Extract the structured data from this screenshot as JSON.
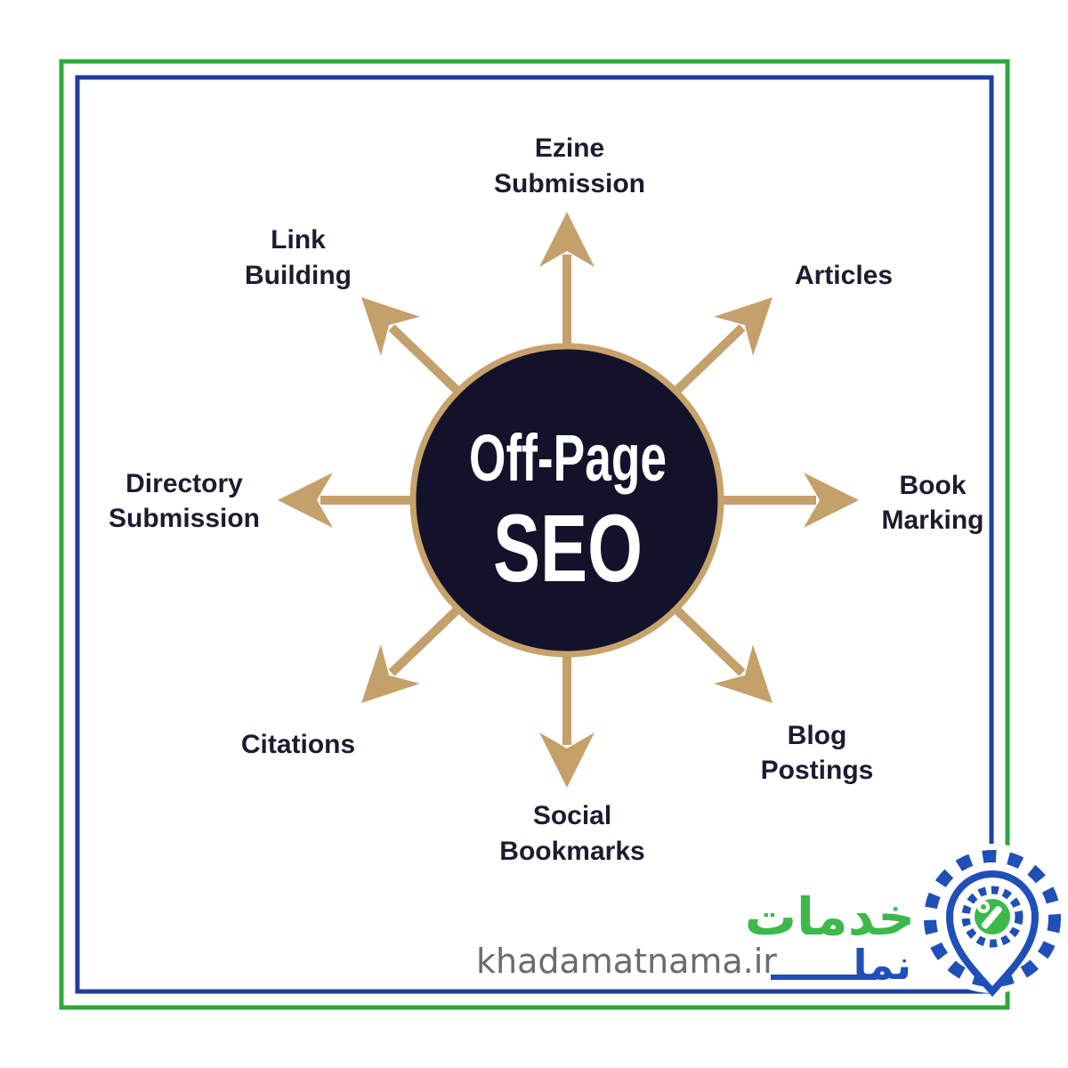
{
  "hub": {
    "line1": "Off-Page",
    "line2": "SEO"
  },
  "nodes": [
    {
      "lines": [
        "Ezine",
        "Submission"
      ]
    },
    {
      "lines": [
        "Articles"
      ]
    },
    {
      "lines": [
        "Book",
        "Marking"
      ]
    },
    {
      "lines": [
        "Blog",
        "Postings"
      ]
    },
    {
      "lines": [
        "Social",
        "Bookmarks"
      ]
    },
    {
      "lines": [
        "Citations"
      ]
    },
    {
      "lines": [
        "Directory",
        "Submission"
      ]
    },
    {
      "lines": [
        "Link",
        "Building"
      ]
    }
  ],
  "logo": {
    "url_text": "khadamatnama.ir",
    "brand_line1": "خدمات",
    "brand_line2": "نما",
    "icon": "location-pin-gear-icon"
  },
  "colors": {
    "arrow_gold": "#c4a06a",
    "hub_fill": "#13122b",
    "label_text": "#1c1b30",
    "frame_outer_green": "#2ea83c",
    "frame_inner_blue": "#1f3e9e",
    "logo_green": "#3db84a",
    "logo_blue": "#1f4fb8",
    "url_gray": "#6b6b6b"
  }
}
